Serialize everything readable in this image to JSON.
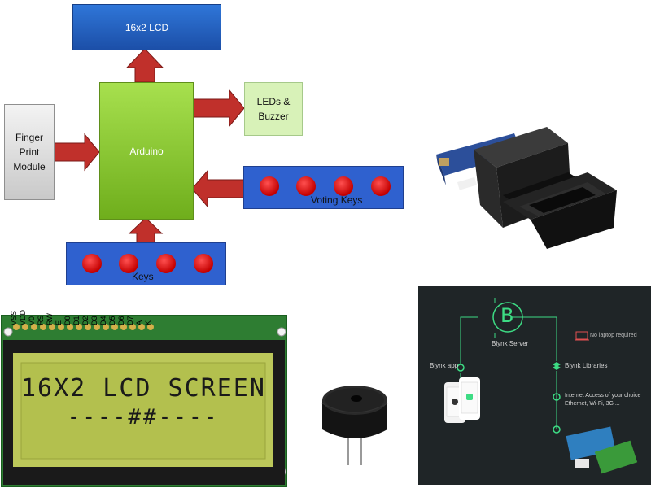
{
  "block_diagram": {
    "lcd_label": "16x2 LCD",
    "arduino_label": "Arduino",
    "leds_label": "LEDs & Buzzer",
    "finger_label": "Finger Print Module",
    "voting_keys_label": "Voting Keys",
    "keys_label": "Keys"
  },
  "lcd_module": {
    "pins": [
      "VSS",
      "VDD",
      "V0",
      "RS",
      "RW",
      "E",
      "D0",
      "D1",
      "D2",
      "D3",
      "D4",
      "D5",
      "D6",
      "D7",
      "A",
      "K"
    ],
    "line1": "16X2 LCD SCREEN",
    "line2": "----##----"
  },
  "blynk": {
    "logo": "B",
    "server_label": "Blynk Server",
    "laptop_label": "No laptop required",
    "app_label": "Blynk app",
    "libraries_label": "Blynk Libraries",
    "internet_line1": "Internet Access of your choice",
    "internet_line2": "Ethernet, Wi-Fi, 3G ..."
  },
  "colors": {
    "accent_green": "#3ddc84",
    "arrow_red": "#c0302b",
    "key_red": "#d40000",
    "panel_blue": "#2f61cf"
  }
}
